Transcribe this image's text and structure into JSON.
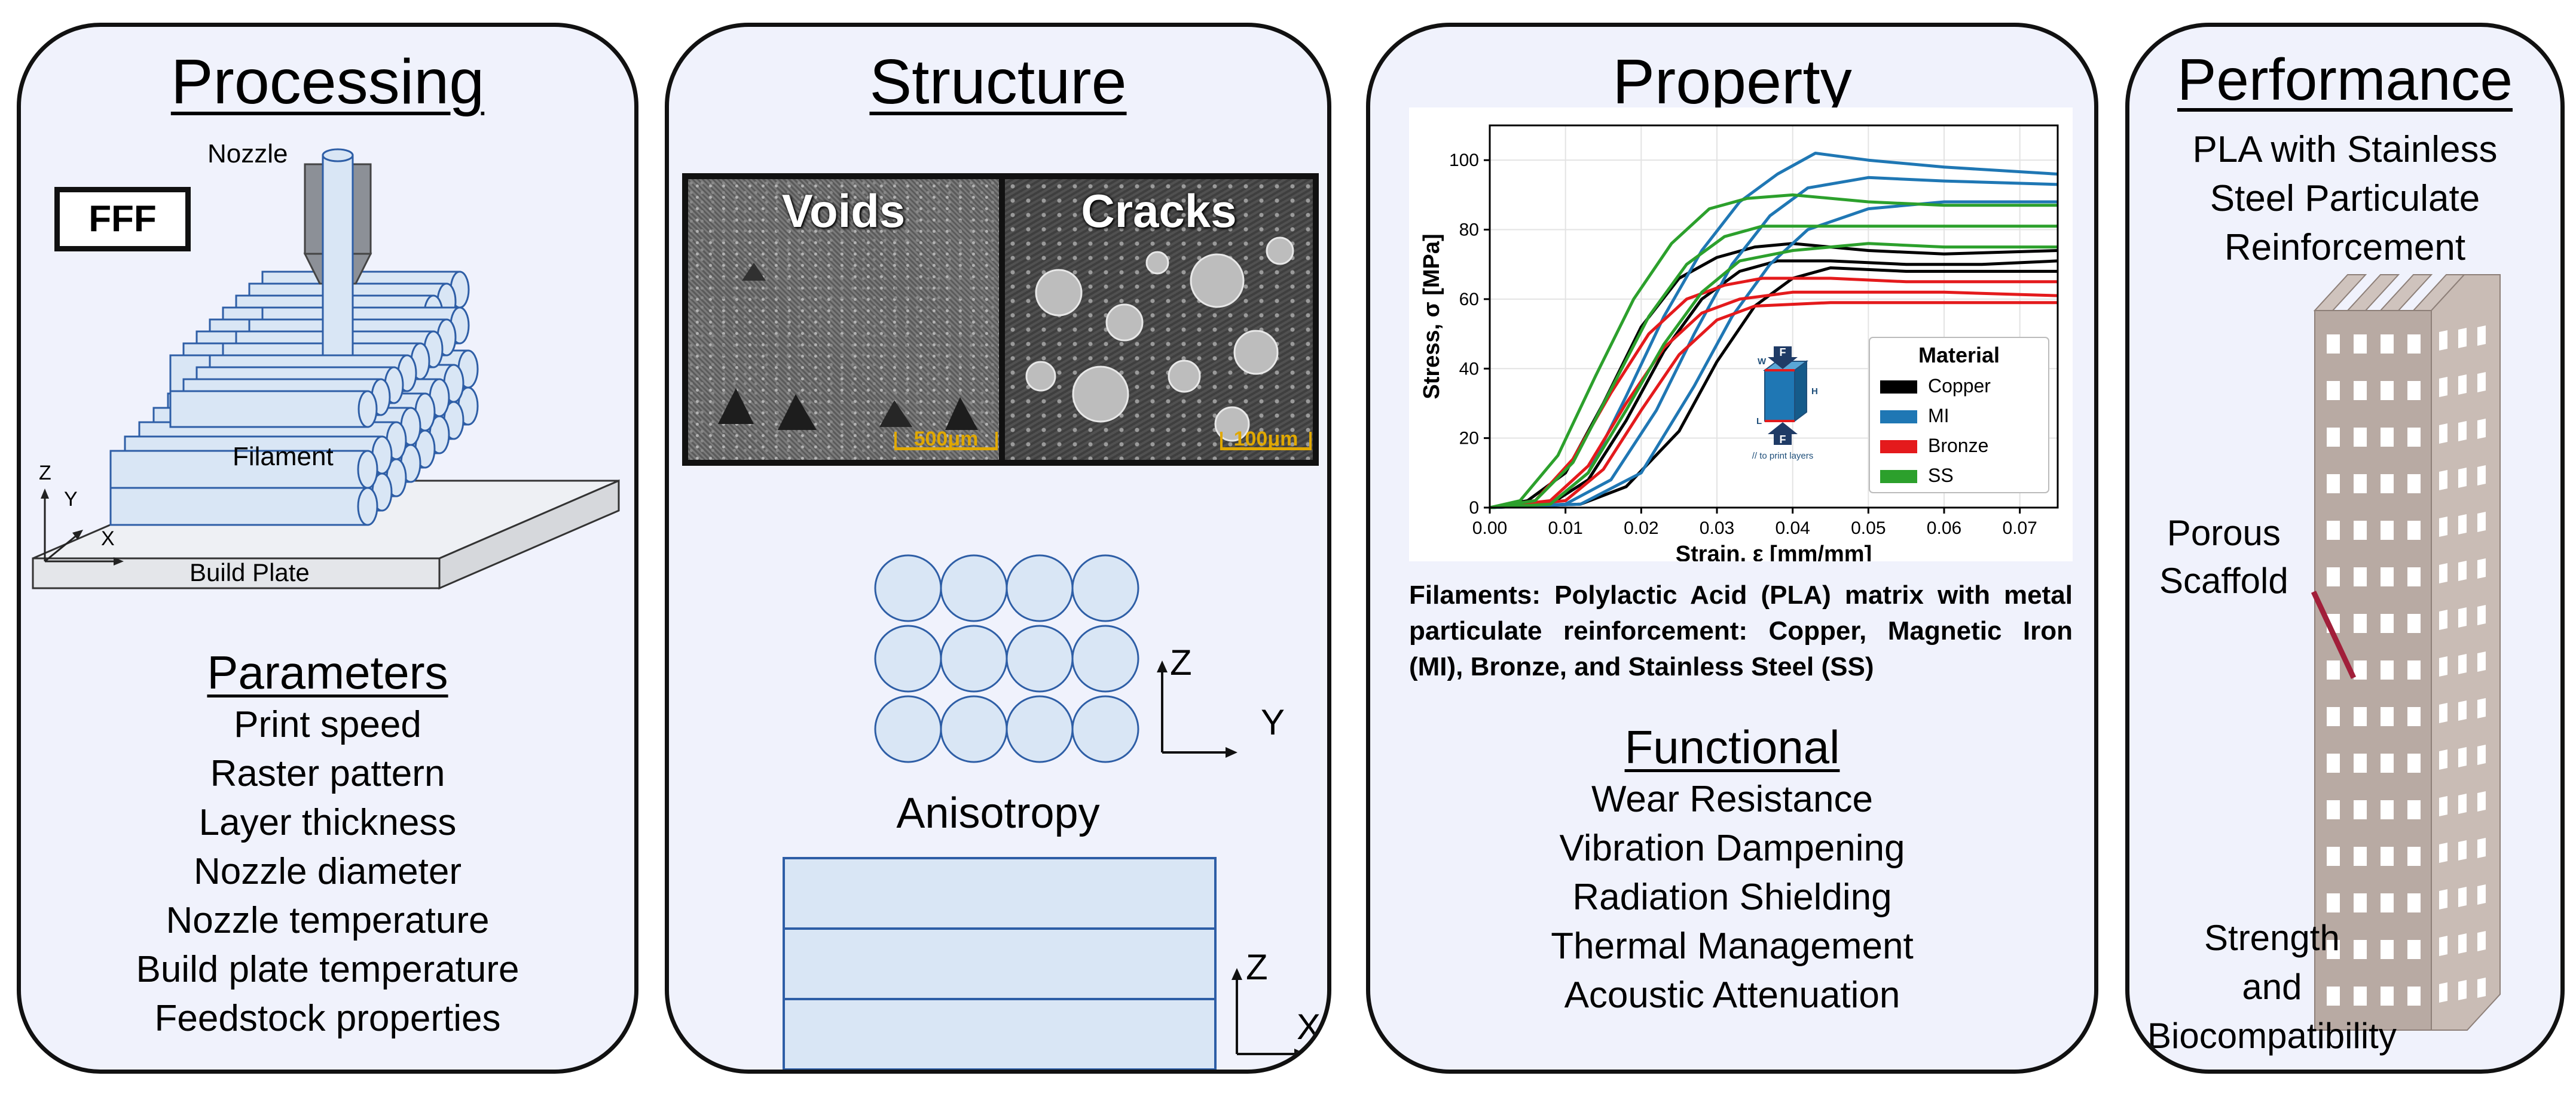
{
  "panels": {
    "processing": {
      "title": "Processing",
      "method": "FFF",
      "labels": {
        "nozzle": "Nozzle",
        "filament": "Filament",
        "build_plate": "Build Plate",
        "axis_z": "Z",
        "axis_y": "Y",
        "axis_x": "X"
      },
      "parameters_heading": "Parameters",
      "parameters": [
        "Print speed",
        "Raster pattern",
        "Layer thickness",
        "Nozzle diameter",
        "Nozzle temperature",
        "Build plate temperature",
        "Feedstock properties"
      ]
    },
    "structure": {
      "title": "Structure",
      "sem_left_label": "Voids",
      "sem_left_scale": "500μm",
      "sem_right_label": "Cracks",
      "sem_right_scale": "100μm",
      "axis1_up": "Z",
      "axis1_right": "Y",
      "anisotropy": "Anisotropy",
      "axis2_up": "Z",
      "axis2_right": "X"
    },
    "property": {
      "title": "Property",
      "description": "Filaments: Polylactic Acid (PLA) matrix with metal particulate reinforcement: Copper, Magnetic Iron (MI), Bronze, and Stainless Steel (SS)",
      "functional_heading": "Functional",
      "functional": [
        "Wear Resistance",
        "Vibration Dampening",
        "Radiation Shielding",
        "Thermal Management",
        "Acoustic Attenuation"
      ],
      "inset": {
        "w": "W",
        "h": "H",
        "l": "L",
        "f": "F",
        "caption": "// to print layers"
      }
    },
    "performance": {
      "title": "Performance",
      "material_lines": [
        "PLA with Stainless",
        "Steel Particulate",
        "Reinforcement"
      ],
      "porous_label": [
        "Porous",
        "Scaffold"
      ],
      "bottom_label": [
        "Strength",
        "and",
        "Biocompatibility"
      ]
    }
  },
  "chart_data": {
    "type": "line",
    "xlabel": "Strain, ε [mm/mm]",
    "ylabel": "Stress, σ [MPa]",
    "xlim": [
      0,
      0.075
    ],
    "ylim": [
      0,
      110
    ],
    "xticks": [
      0.0,
      0.01,
      0.02,
      0.03,
      0.04,
      0.05,
      0.06,
      0.07
    ],
    "xtick_labels": [
      "0.00",
      "0.01",
      "0.02",
      "0.03",
      "0.04",
      "0.05",
      "0.06",
      "0.07"
    ],
    "yticks": [
      0,
      20,
      40,
      60,
      80,
      100
    ],
    "grid": true,
    "legend_title": "Material",
    "legend_position": "lower-right",
    "series": [
      {
        "name": "Copper",
        "color": "#000000",
        "curves": [
          [
            [
              0,
              0
            ],
            [
              0.005,
              2
            ],
            [
              0.01,
              10
            ],
            [
              0.015,
              30
            ],
            [
              0.02,
              52
            ],
            [
              0.025,
              66
            ],
            [
              0.03,
              72
            ],
            [
              0.035,
              75
            ],
            [
              0.04,
              76
            ],
            [
              0.05,
              74
            ],
            [
              0.06,
              73
            ],
            [
              0.075,
              74
            ]
          ],
          [
            [
              0,
              0
            ],
            [
              0.008,
              1
            ],
            [
              0.013,
              8
            ],
            [
              0.018,
              25
            ],
            [
              0.023,
              45
            ],
            [
              0.028,
              60
            ],
            [
              0.033,
              68
            ],
            [
              0.038,
              71
            ],
            [
              0.045,
              71
            ],
            [
              0.055,
              70
            ],
            [
              0.065,
              70
            ],
            [
              0.075,
              71
            ]
          ],
          [
            [
              0,
              0
            ],
            [
              0.012,
              1
            ],
            [
              0.018,
              6
            ],
            [
              0.025,
              22
            ],
            [
              0.03,
              42
            ],
            [
              0.035,
              58
            ],
            [
              0.04,
              66
            ],
            [
              0.045,
              69
            ],
            [
              0.055,
              68
            ],
            [
              0.065,
              68
            ],
            [
              0.075,
              68
            ]
          ]
        ]
      },
      {
        "name": "MI",
        "color": "#1f77b4",
        "curves": [
          [
            [
              0,
              0
            ],
            [
              0.008,
              1
            ],
            [
              0.013,
              10
            ],
            [
              0.018,
              32
            ],
            [
              0.023,
              55
            ],
            [
              0.028,
              74
            ],
            [
              0.033,
              88
            ],
            [
              0.038,
              96
            ],
            [
              0.043,
              102
            ],
            [
              0.05,
              100
            ],
            [
              0.06,
              98
            ],
            [
              0.075,
              96
            ]
          ],
          [
            [
              0,
              0
            ],
            [
              0.01,
              1
            ],
            [
              0.016,
              8
            ],
            [
              0.022,
              28
            ],
            [
              0.027,
              50
            ],
            [
              0.032,
              70
            ],
            [
              0.037,
              84
            ],
            [
              0.042,
              92
            ],
            [
              0.05,
              95
            ],
            [
              0.06,
              94
            ],
            [
              0.075,
              93
            ]
          ],
          [
            [
              0,
              0
            ],
            [
              0.012,
              1
            ],
            [
              0.02,
              10
            ],
            [
              0.027,
              35
            ],
            [
              0.032,
              55
            ],
            [
              0.037,
              70
            ],
            [
              0.042,
              80
            ],
            [
              0.05,
              86
            ],
            [
              0.06,
              88
            ],
            [
              0.075,
              88
            ]
          ]
        ]
      },
      {
        "name": "Bronze",
        "color": "#e41a1c",
        "curves": [
          [
            [
              0,
              0
            ],
            [
              0.006,
              2
            ],
            [
              0.011,
              14
            ],
            [
              0.016,
              33
            ],
            [
              0.021,
              50
            ],
            [
              0.026,
              60
            ],
            [
              0.031,
              64
            ],
            [
              0.036,
              66
            ],
            [
              0.045,
              66
            ],
            [
              0.055,
              65
            ],
            [
              0.065,
              65
            ],
            [
              0.075,
              65
            ]
          ],
          [
            [
              0,
              0
            ],
            [
              0.008,
              2
            ],
            [
              0.013,
              12
            ],
            [
              0.018,
              30
            ],
            [
              0.023,
              46
            ],
            [
              0.028,
              56
            ],
            [
              0.033,
              60
            ],
            [
              0.04,
              62
            ],
            [
              0.05,
              62
            ],
            [
              0.06,
              62
            ],
            [
              0.075,
              61
            ]
          ],
          [
            [
              0,
              0
            ],
            [
              0.01,
              2
            ],
            [
              0.015,
              11
            ],
            [
              0.02,
              28
            ],
            [
              0.025,
              44
            ],
            [
              0.03,
              54
            ],
            [
              0.035,
              58
            ],
            [
              0.045,
              59
            ],
            [
              0.055,
              59
            ],
            [
              0.065,
              59
            ],
            [
              0.075,
              59
            ]
          ]
        ]
      },
      {
        "name": "SS",
        "color": "#2ca02c",
        "curves": [
          [
            [
              0,
              0
            ],
            [
              0.004,
              2
            ],
            [
              0.009,
              15
            ],
            [
              0.014,
              38
            ],
            [
              0.019,
              60
            ],
            [
              0.024,
              76
            ],
            [
              0.029,
              86
            ],
            [
              0.034,
              89
            ],
            [
              0.04,
              90
            ],
            [
              0.05,
              88
            ],
            [
              0.06,
              87
            ],
            [
              0.075,
              87
            ]
          ],
          [
            [
              0,
              0
            ],
            [
              0.006,
              2
            ],
            [
              0.011,
              13
            ],
            [
              0.016,
              34
            ],
            [
              0.021,
              55
            ],
            [
              0.026,
              70
            ],
            [
              0.031,
              78
            ],
            [
              0.036,
              81
            ],
            [
              0.045,
              81
            ],
            [
              0.055,
              81
            ],
            [
              0.065,
              81
            ],
            [
              0.075,
              81
            ]
          ],
          [
            [
              0,
              0
            ],
            [
              0.008,
              1
            ],
            [
              0.013,
              10
            ],
            [
              0.018,
              28
            ],
            [
              0.023,
              47
            ],
            [
              0.028,
              62
            ],
            [
              0.033,
              71
            ],
            [
              0.04,
              74
            ],
            [
              0.05,
              76
            ],
            [
              0.06,
              75
            ],
            [
              0.075,
              75
            ]
          ]
        ]
      }
    ]
  },
  "colors": {
    "panel_bg": "#f0f2fc",
    "light_blue": "#d9e6f5",
    "blue_stroke": "#2e5ea6",
    "nozzle_gray": "#8c9097",
    "scaffold": "#b8aaa3",
    "pointer": "#a11f3a"
  }
}
